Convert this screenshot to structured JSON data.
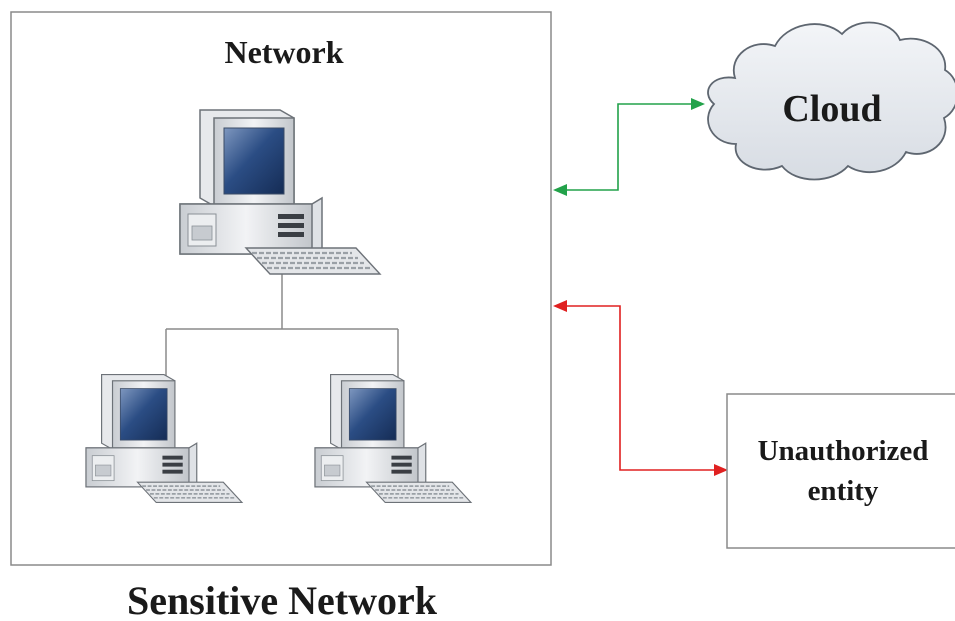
{
  "network_box": {
    "title": "Network"
  },
  "caption": "Sensitive Network",
  "cloud": {
    "label": "Cloud"
  },
  "unauthorized": {
    "line1": "Unauthorized",
    "line2": "entity"
  },
  "colors": {
    "allowed_link": "#22a24a",
    "blocked_link": "#e02020",
    "box_border": "#8a8a8a",
    "cloud_fill": "#e6e9ee",
    "monitor_screen": "#1f3f73"
  },
  "icons": [
    "computer-icon",
    "cloud-shape",
    "arrow-head"
  ]
}
